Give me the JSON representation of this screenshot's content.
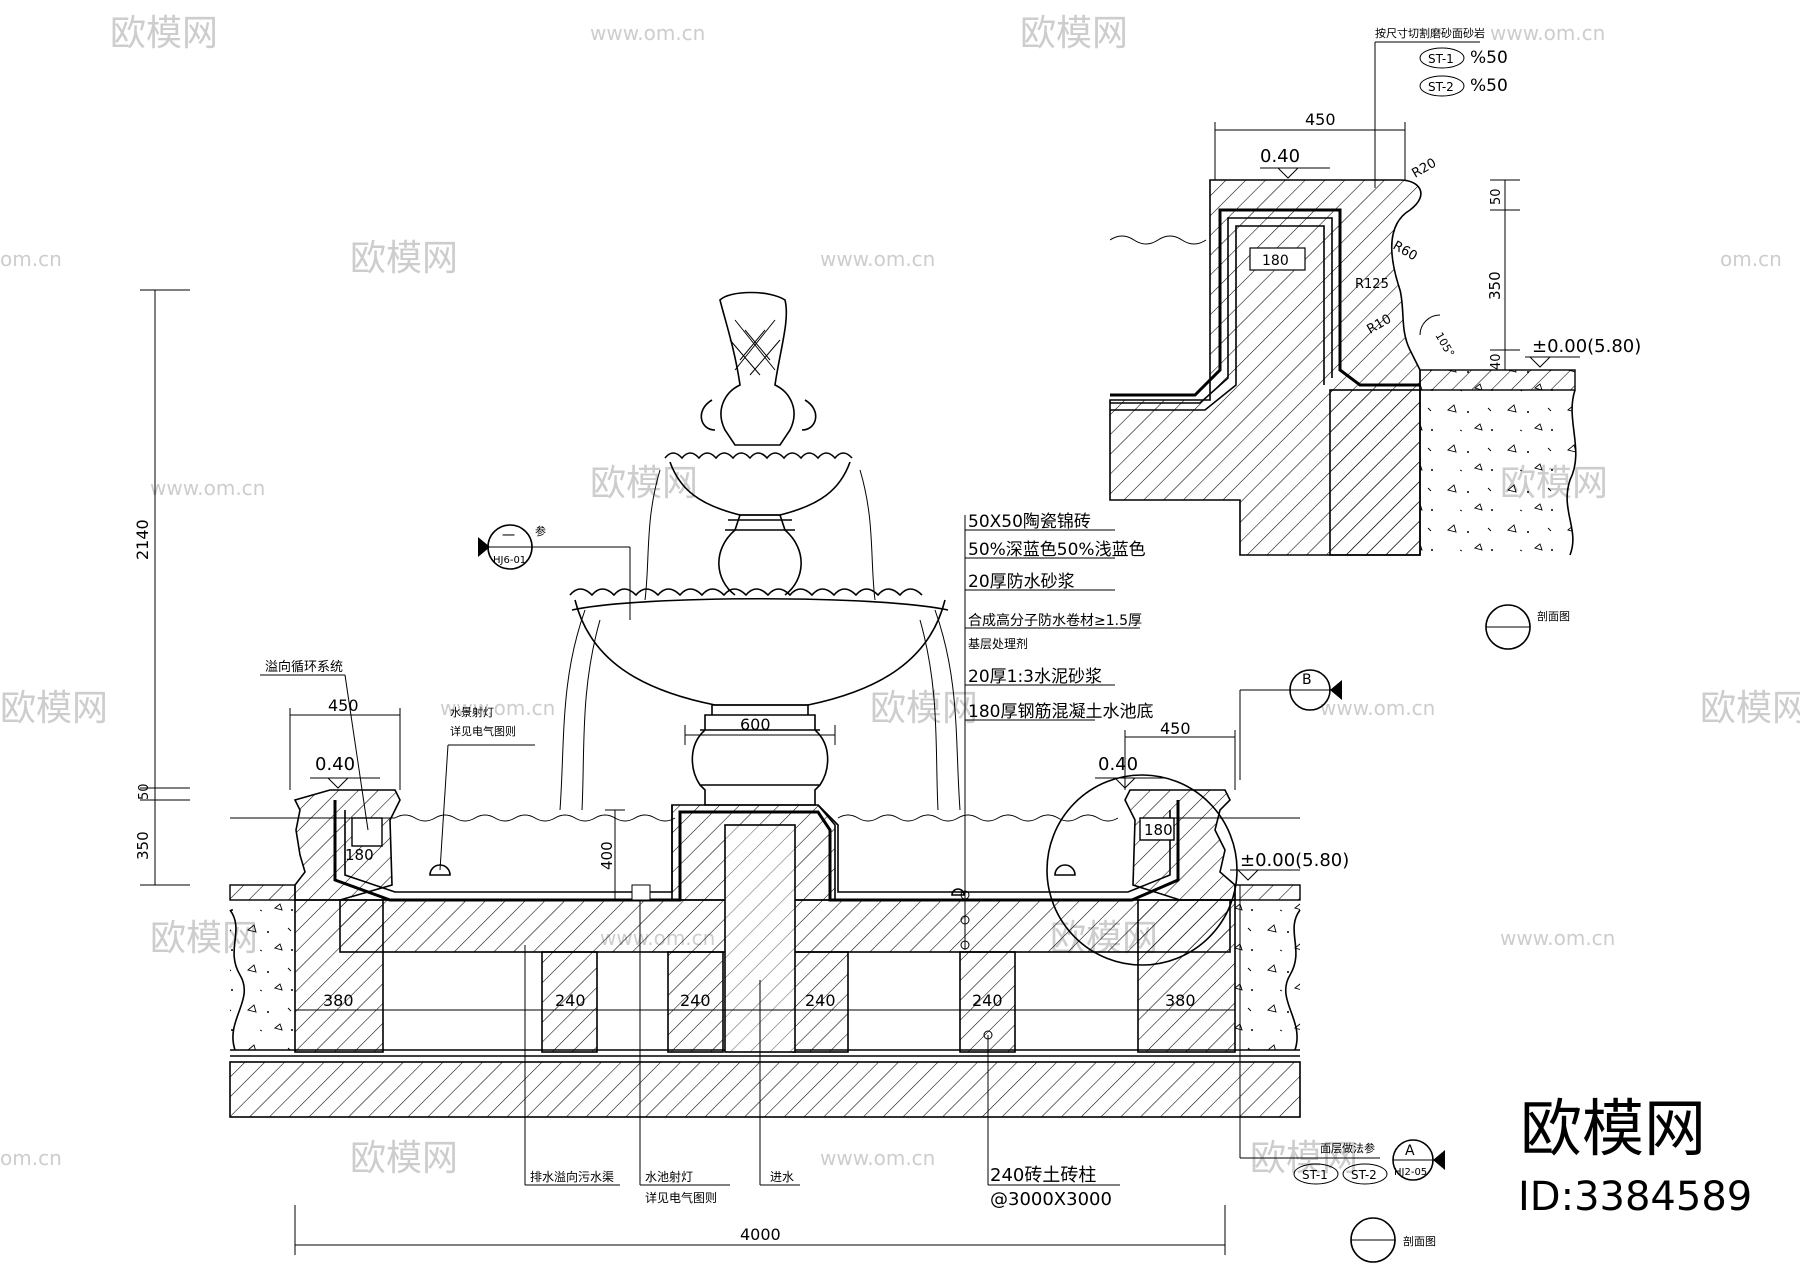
{
  "watermarks": {
    "brand": "欧模网",
    "site": "www.om.cn",
    "site_short": "om.cn"
  },
  "corner": {
    "logo": "欧模网",
    "id": "ID:3384589"
  },
  "main_section": {
    "overall_height": "2140",
    "dim_50": "50",
    "dim_350": "350",
    "dim_left_450": "450",
    "dim_right_450": "450",
    "dim_600": "600",
    "dim_400": "400",
    "dim_180_left": "180",
    "dim_180_right": "180",
    "level_left": "0.40",
    "level_right": "0.40",
    "ground_level": "±0.00(5.80)",
    "foot_dims": [
      "380",
      "240",
      "240",
      "240",
      "240",
      "380"
    ],
    "total_width": "4000",
    "ref_symbol": {
      "top": "一",
      "bottom": "HJ6-01",
      "note": "参"
    },
    "label_circulation": "溢向循环系统",
    "label_light": [
      "水景射灯",
      "详见电气图则"
    ],
    "section_b": "B",
    "bottom_labels": {
      "drain": "排水溢向污水渠",
      "light_1": "水池射灯",
      "light_2": "详见电气图则",
      "inlet": "进水",
      "pile_1": "240砖土砖柱",
      "pile_2": "@3000X3000"
    },
    "layers": [
      "50X50陶瓷锦砖",
      "50%深蓝色50%浅蓝色",
      "20厚防水砂浆",
      "合成高分子防水卷材≥1.5厚",
      "基层处理剂",
      "20厚1:3水泥砂浆",
      "180厚钢筋混凝土水池底"
    ]
  },
  "detail_section": {
    "note": "按尺寸切割磨砂面砂岩",
    "tags": [
      {
        "code": "ST-1",
        "value": "%50"
      },
      {
        "code": "ST-2",
        "value": "%50"
      }
    ],
    "dim_450": "450",
    "level": "0.40",
    "r20": "R20",
    "r60": "R60",
    "r125": "R125",
    "r10": "R10",
    "angle": "105°",
    "dim_180": "180",
    "dim_50": "50",
    "dim_350": "350",
    "dim_40": "40",
    "ground_level": "±0.00(5.80)",
    "caption": "剖面图"
  },
  "lower_right": {
    "label": "面层做法参",
    "tags": [
      "ST-1",
      "ST-2"
    ],
    "section_top": "A",
    "section_bottom": "HJ2-05",
    "caption": "剖面图"
  }
}
